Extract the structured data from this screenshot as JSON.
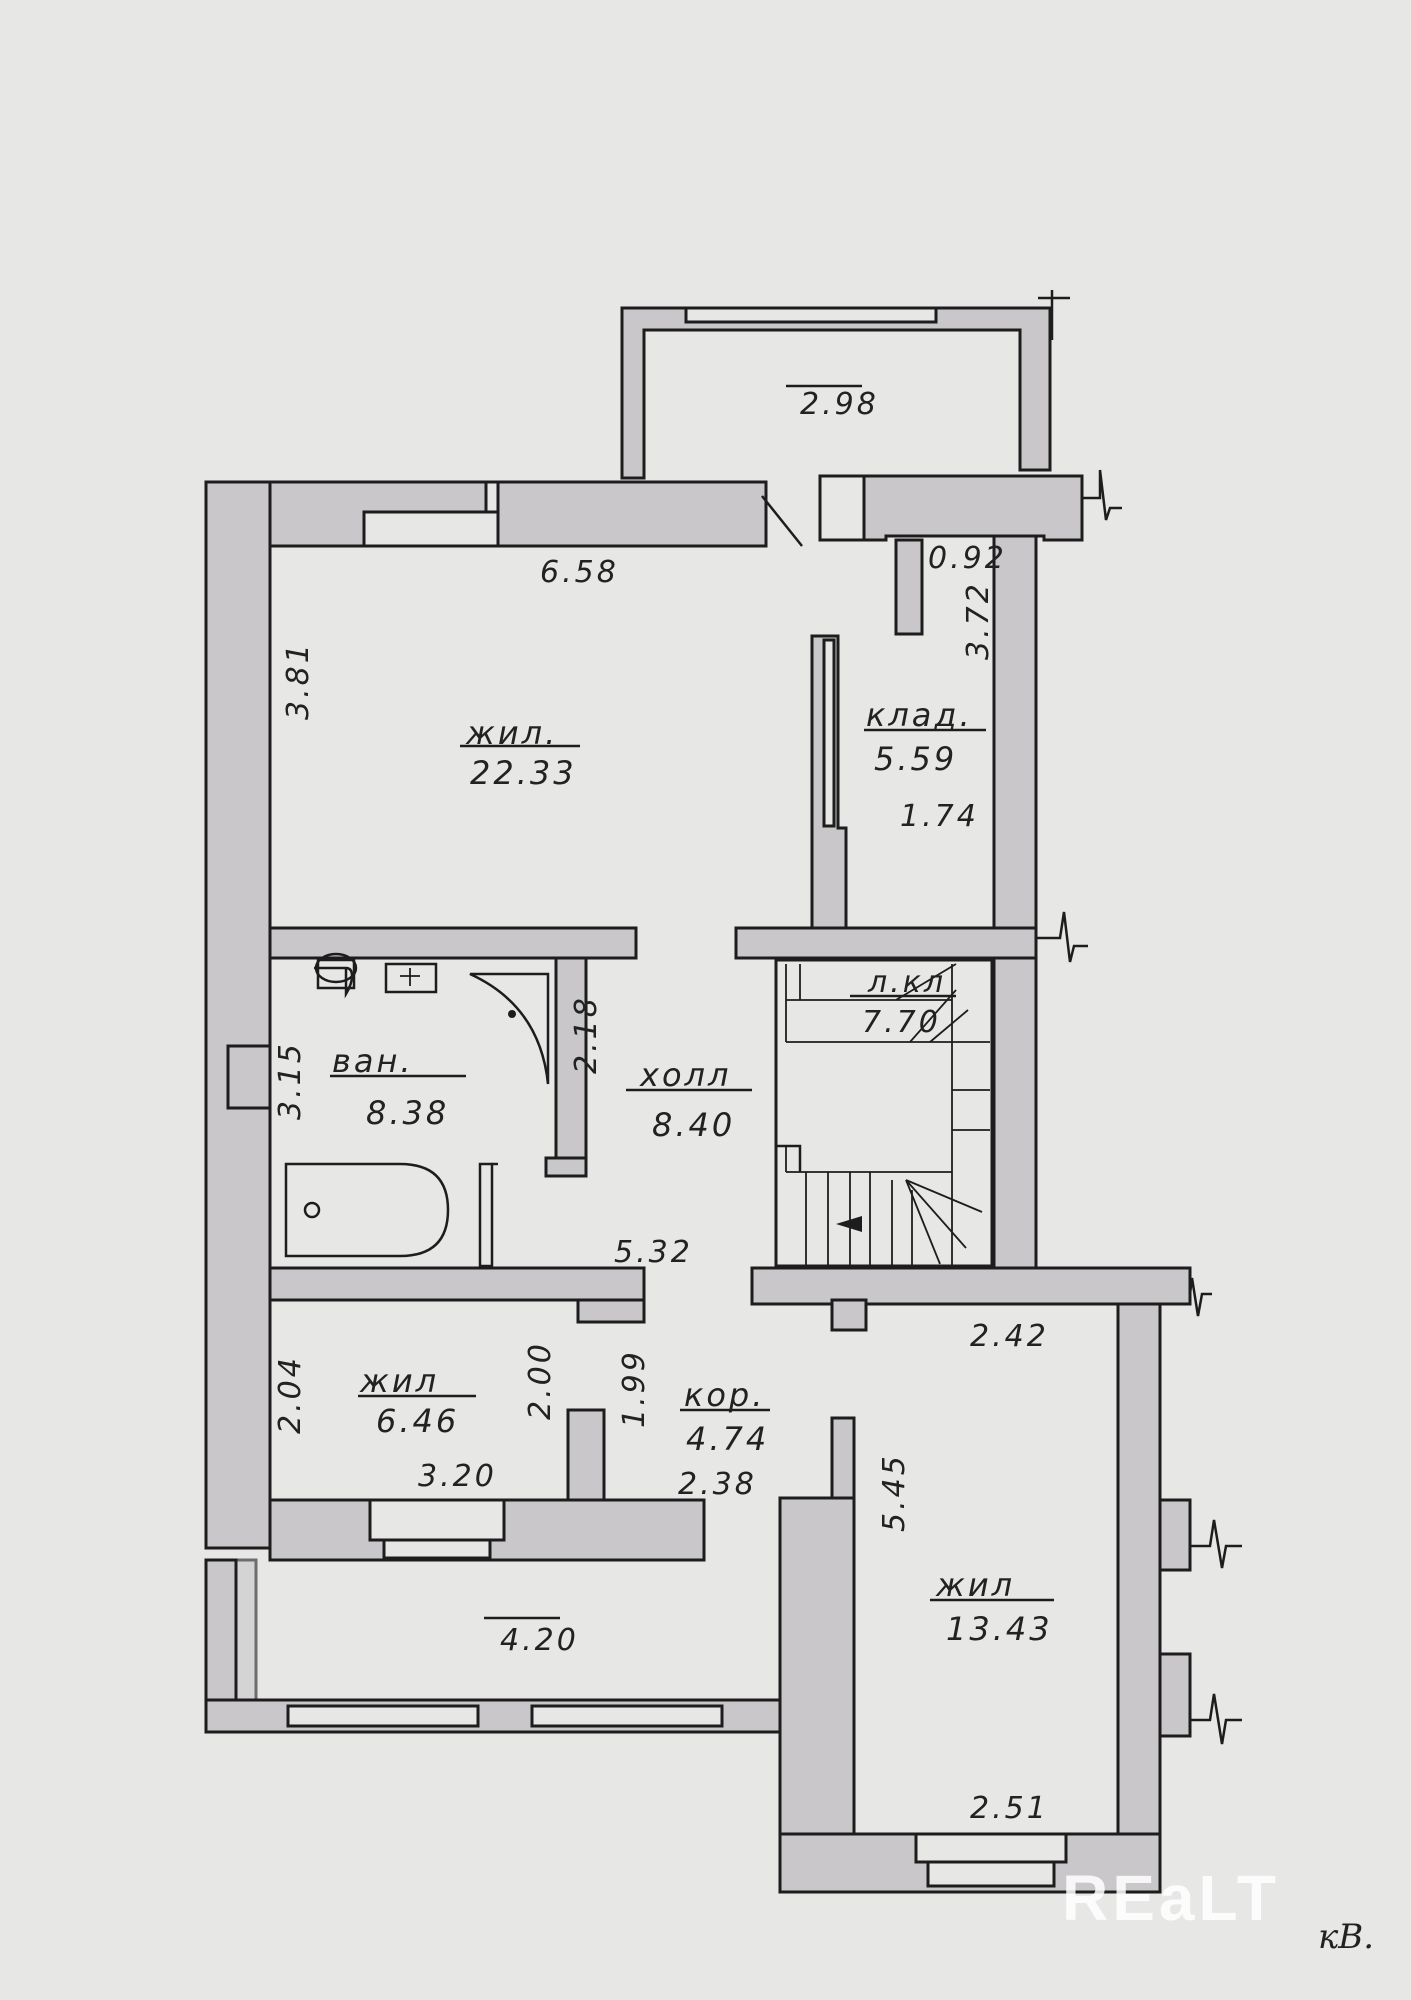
{
  "watermark": "REaLT",
  "corner_text": "кВ.",
  "balcony_top": {
    "area": "2.98"
  },
  "rooms": {
    "living_big": {
      "name": "жил.",
      "area": "22.33",
      "dim_w": "6.58",
      "dim_h": "3.81"
    },
    "storage": {
      "name": "клад.",
      "area": "5.59",
      "dim_w": "0.92",
      "dim_h": "3.72",
      "dim_extra": "1.74"
    },
    "stairs": {
      "name": "л.кл",
      "area": "7.70"
    },
    "bathroom": {
      "name": "ван.",
      "area": "8.38",
      "dim_h": "3.15",
      "dim_side": "2.18"
    },
    "hall": {
      "name": "холл",
      "area": "8.40",
      "dim_w": "5.32"
    },
    "living_small": {
      "name": "жил",
      "area": "6.46",
      "dim_h": "2.04",
      "dim_h2": "2.00",
      "dim_w": "3.20"
    },
    "corridor": {
      "name": "кор.",
      "area": "4.74",
      "dim_h": "1.99",
      "dim_w": "2.38"
    },
    "living_right": {
      "name": "жил",
      "area": "13.43",
      "dim_w_top": "2.42",
      "dim_h": "5.45",
      "dim_w_bottom": "2.51"
    }
  },
  "balcony_bottom": {
    "area": "4.20"
  }
}
